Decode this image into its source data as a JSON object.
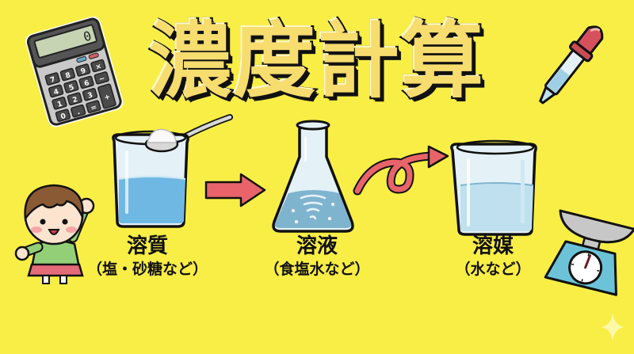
{
  "title": "濃度計算",
  "colors": {
    "background": "#f9ee45",
    "title_fill": "#f7dc6e",
    "title_stroke": "#111111",
    "arrow": "#e8646a",
    "water_blue": "#6fb8e4",
    "water_light": "#bfe0ef",
    "dropper_bulb": "#d6515c",
    "scale_body": "#6cc3d8"
  },
  "diagram": {
    "steps": [
      {
        "id": "solute",
        "label": "溶質",
        "sub": "（塩・砂糖など）",
        "icon": "beaker-with-spoon-of-salt"
      },
      {
        "id": "solution",
        "label": "溶液",
        "sub": "（食塩水など）",
        "icon": "erlenmeyer-flask-swirling"
      },
      {
        "id": "solvent",
        "label": "溶媒",
        "sub": "（水など）",
        "icon": "beaker-with-water"
      }
    ],
    "connectors": [
      {
        "from": "solute",
        "to": "solution",
        "icon": "straight-arrow-right"
      },
      {
        "from": "solution",
        "to": "solvent",
        "icon": "looping-arrow-right"
      }
    ]
  },
  "decorations": {
    "calculator_display": "0",
    "calculator_keys": [
      "7",
      "8",
      "9",
      "×",
      "4",
      "5",
      "6",
      "−",
      "1",
      "2",
      "3",
      "+",
      "0",
      ".",
      "="
    ],
    "items": [
      "calculator-icon",
      "dropper-icon",
      "child-character",
      "kitchen-scale-icon",
      "sparkle-icon"
    ]
  }
}
